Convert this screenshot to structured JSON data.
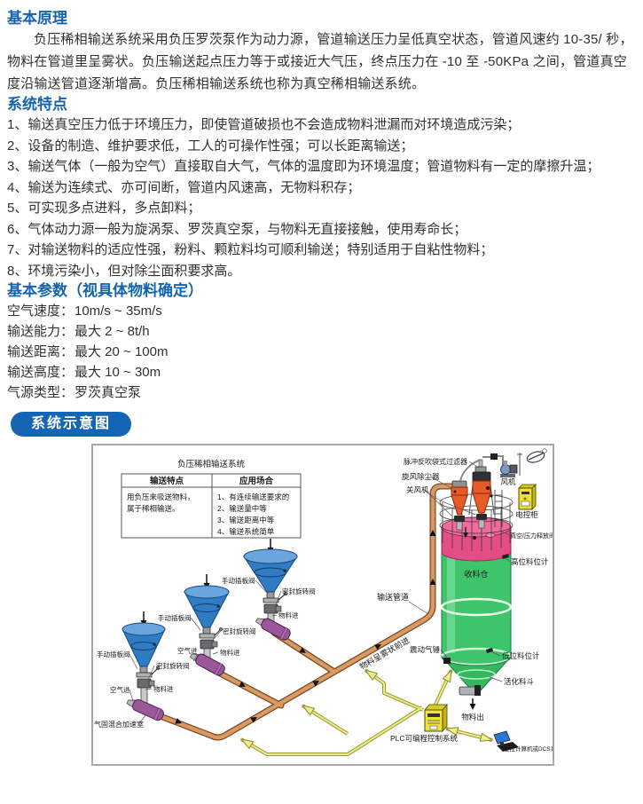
{
  "colors": {
    "heading_blue": "#1463ae",
    "button_blue": "#1565b5",
    "pipe_orange": "#d89a62",
    "control_line_yellow": "#ecec8a",
    "hopper_blue": "#2f7bc4",
    "silo_green": "#3ec46a",
    "silo_top_pink": "#e9538c",
    "cyclone_orange": "#e85a28",
    "mix_chamber_purple": "#9a5898",
    "cabinet_yellow": "#f0e030"
  },
  "principle": {
    "heading": "基本原理",
    "body": "负压稀相输送系统采用负压罗茨泵作为动力源，管道输送压力呈低真空状态，管道风速约 10-35/ 秒，物料在管道里呈雾状。负压输送起点压力等于或接近大气压，终点压力在 -10 至 -50KPa 之间，管道真空度沿输送管道逐渐增高。负压稀相输送系统也称为真空稀相输送系统。"
  },
  "features": {
    "heading": "系统特点",
    "items": [
      "1、输送真空压力低于环境压力，即使管道破损也不会造成物料泄漏而对环境造成污染；",
      "2、设备的制造、维护要求低，工人的可操作性强；可以长距离输送；",
      "3、输送气体（一般为空气）直接取自大气，气体的温度即为环境温度；管道物料有一定的摩擦升温；",
      "4、输送为连续式、亦可间断，管道内风速高，无物料积存；",
      "5、可实现多点进料，多点卸料；",
      "6、气体动力源一般为旋涡泵、罗茨真空泵，与物料无直接接触，使用寿命长；",
      "7、对输送物料的适应性强，粉料、颗粒料均可顺利输送；特别适用于自粘性物料；",
      "8、环境污染小，但对除尘面积要求高。"
    ]
  },
  "parameters": {
    "heading": "基本参数（视具体物料确定）",
    "items": [
      {
        "label": "空气速度：",
        "value": "10m/s ~ 35m/s"
      },
      {
        "label": "输送能力：",
        "value": "最大 2 ~ 8t/h"
      },
      {
        "label": "输送距离：",
        "value": "最大 20 ~ 100m"
      },
      {
        "label": "输送高度：",
        "value": "最大 10 ~ 30m"
      },
      {
        "label": "气源类型：",
        "value": "罗茨真空泵"
      }
    ]
  },
  "schematic": {
    "button_label": "系统示意图"
  },
  "diagram": {
    "title": "负压稀相输送系统",
    "table": {
      "col1_header": "输送特点",
      "col2_header": "应用场合",
      "col1_line1": "用负压来吸送物料，",
      "col1_line2": "属于稀相输送。",
      "col2_items": [
        "1、有连续输送要求的",
        "2、输送量中等",
        "3、输送距离中等",
        "4、输送系统简单"
      ]
    },
    "labels": {
      "pulse_bag_filter": "脉冲反吹袋式过滤器",
      "cyclone_dust_collector": "旋风除尘器",
      "rotary_airlock": "关风机",
      "fan": "风机",
      "control_cabinet": "电控柜",
      "vacuum_pressure_relief_valve": "真空/压力释放阀",
      "high_level_indicator": "高位料位计",
      "receiving_silo": "收料仓",
      "low_level_indicator": "低位料位计",
      "vibration_hammer": "震动气锤",
      "activation_hopper": "活化料斗",
      "material_outlet": "物料出",
      "conveying_pipe": "输送管道",
      "mist_flow_note": "物料呈雾状前进",
      "plc_system": "PLC可编程控制系统",
      "industrial_computer": "工控计算机或DCS系统",
      "accel_chamber": "气固混合加速室",
      "manual_gate_valve": "手动插板阀",
      "sealed_rotary_valve": "密封旋转阀",
      "material_inlet": "物料进",
      "air_inlet": "空气进"
    }
  }
}
